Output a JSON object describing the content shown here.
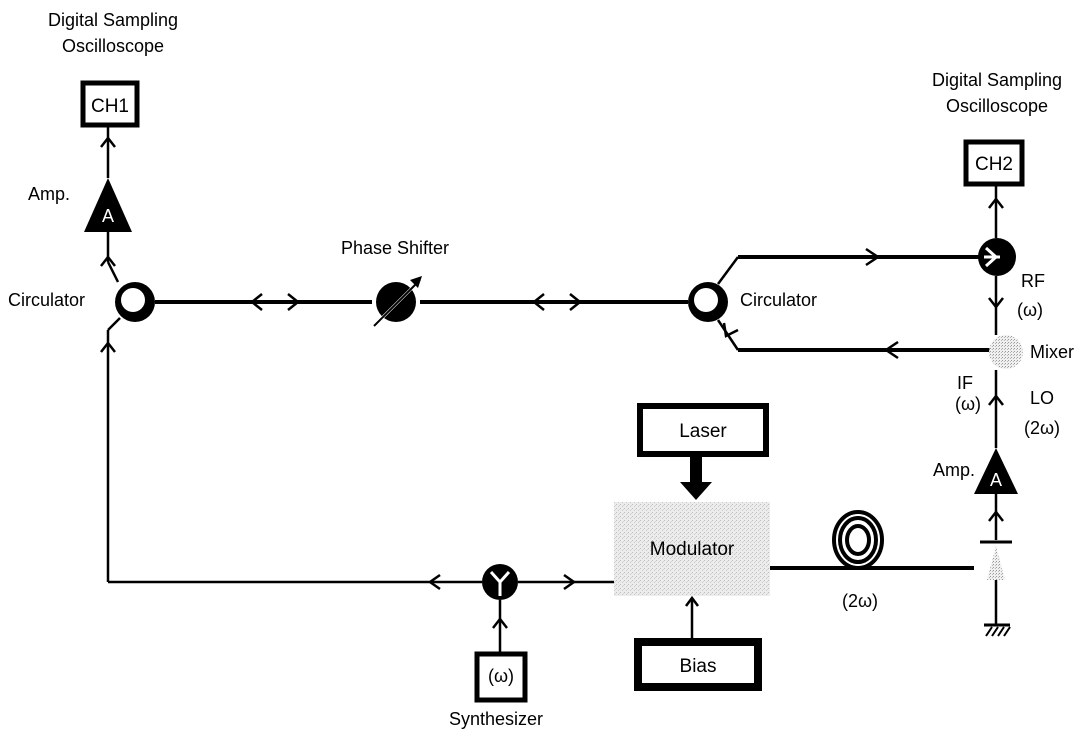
{
  "labels": {
    "dso_left_line1": "Digital Sampling",
    "dso_left_line2": "Oscilloscope",
    "ch1": "CH1",
    "amp_left": "Amp.",
    "amp_symbol_left": "A",
    "circulator_left": "Circulator",
    "phase_shifter": "Phase Shifter",
    "circulator_right": "Circulator",
    "dso_right_line1": "Digital Sampling",
    "dso_right_line2": "Oscilloscope",
    "ch2": "CH2",
    "rf": "RF",
    "rf_freq": "(ω)",
    "mixer": "Mixer",
    "if": "IF",
    "if_freq": "(ω)",
    "lo": "LO",
    "lo_freq": "(2ω)",
    "amp_right": "Amp.",
    "amp_symbol_right": "A",
    "laser": "Laser",
    "modulator": "Modulator",
    "bias": "Bias",
    "fiber_freq": "(2ω)",
    "synth_freq": "(ω)",
    "synthesizer": "Synthesizer"
  }
}
